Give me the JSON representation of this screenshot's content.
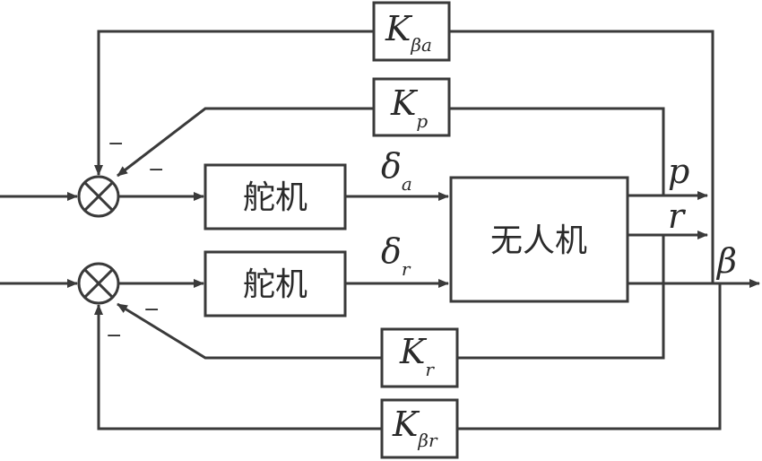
{
  "blocks": {
    "servo_top": "舵机",
    "servo_bottom": "舵机",
    "uav": "无人机"
  },
  "gains": {
    "k_beta_a": {
      "main": "K",
      "sub": "βa"
    },
    "k_p": {
      "main": "K",
      "sub": "p"
    },
    "k_r": {
      "main": "K",
      "sub": "r"
    },
    "k_beta_r": {
      "main": "K",
      "sub": "βr"
    }
  },
  "signals": {
    "delta_a": {
      "main": "δ",
      "sub": "a"
    },
    "delta_r": {
      "main": "δ",
      "sub": "r"
    },
    "p": "p",
    "r": "r",
    "beta": "β"
  },
  "sign_minus": "−"
}
